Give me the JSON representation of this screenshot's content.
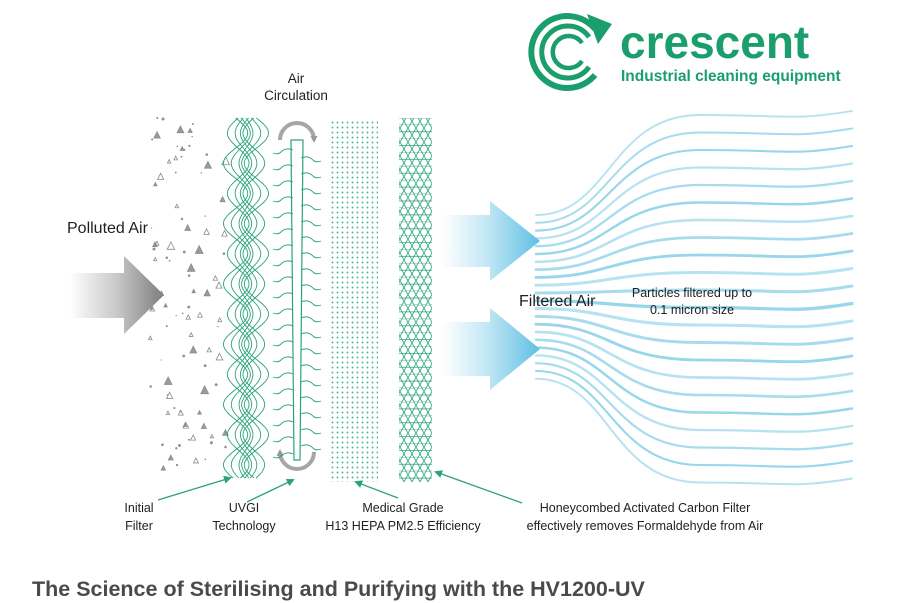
{
  "brand": {
    "name": "crescent",
    "tagline": "Industrial cleaning equipment",
    "color": "#1a9e6e"
  },
  "labels": {
    "polluted_air": "Polluted Air",
    "air_circulation": [
      "Air",
      "Circulation"
    ],
    "filtered_air": "Filtered Air",
    "particles_note": [
      "Particles filtered up to",
      "0.1 micron size"
    ]
  },
  "callouts": {
    "initial_filter": [
      "Initial",
      "Filter"
    ],
    "uvgi": [
      "UVGI",
      "Technology"
    ],
    "hepa": [
      "Medical Grade",
      "H13 HEPA PM2.5 Efficiency"
    ],
    "carbon": [
      "Honeycombed Activated Carbon Filter",
      "effectively removes Formaldehyde from Air"
    ]
  },
  "title": "The Science of Sterilising and Purifying with the HV1200-UV",
  "colors": {
    "filter_green": "#2aa37a",
    "hepa_green": "#4bb594",
    "arrow_grey": "#8e8e8e",
    "airflow_blue": "#7ccbe6",
    "title_grey": "#4a4a4a",
    "callout_line": "#2aa37a"
  },
  "icons": [
    "crescent-logo-icon",
    "polluted-air-arrow-icon",
    "filtered-air-arrow-icon",
    "air-circulation-arrow-icon"
  ]
}
